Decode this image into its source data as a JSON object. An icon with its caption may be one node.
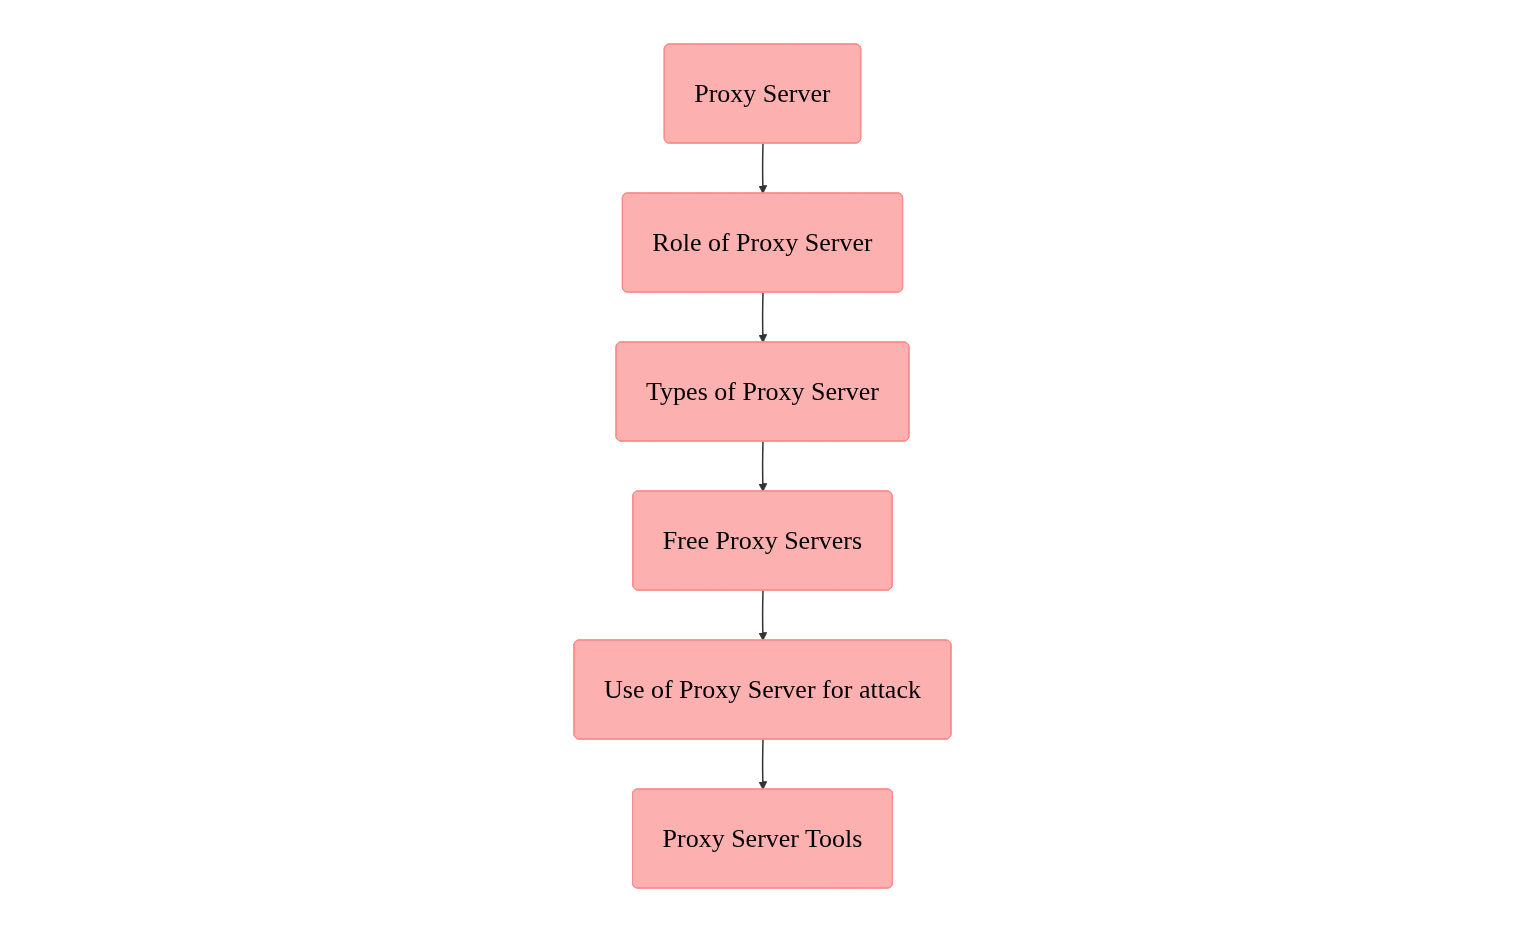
{
  "diagram": {
    "nodes": [
      {
        "text": [
          "Proxy Server"
        ]
      },
      {
        "text": [
          "Role of Proxy Server"
        ]
      },
      {
        "text": [
          "Types of Proxy Server"
        ]
      },
      {
        "text": [
          "Free Proxy Servers"
        ]
      },
      {
        "text": [
          "Use of Proxy Server for attack"
        ]
      },
      {
        "text": [
          "Proxy Server Tools"
        ]
      }
    ],
    "edges": [
      {
        "from": 0,
        "to": 1,
        "arrow": "to"
      },
      {
        "from": 1,
        "to": 2,
        "arrow": "to"
      },
      {
        "from": 2,
        "to": 3,
        "arrow": "to"
      },
      {
        "from": 3,
        "to": 4,
        "arrow": "to"
      },
      {
        "from": 4,
        "to": 5,
        "arrow": "to"
      }
    ]
  }
}
